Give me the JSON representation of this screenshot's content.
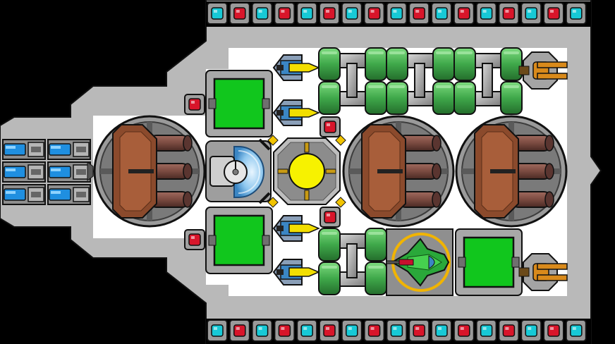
{
  "ship": {
    "name": "",
    "colors": {
      "space": "#000000",
      "hull": "#b9b9b9",
      "hull_dark": "#8a8a8a",
      "floor": "#ffffff",
      "outline": "#111111",
      "cyan_light": "#17c9d6",
      "red_light": "#d8152a",
      "module_green": "#11c61d",
      "pipe_green": "#3fa84a",
      "pipe_green_light": "#6fcf72",
      "reactor_yellow": "#f7f200",
      "missile_yellow": "#f2de00",
      "turret_brown": "#8b4a2c",
      "turret_barrel": "#7a4a40",
      "thruster_blue": "#1f8fe0",
      "gun_orange": "#d98a1b",
      "fighter_green": "#2aa83a"
    },
    "modules": [
      {
        "id": "light-strip-top",
        "icon": "cyan-red-light-strip",
        "count": 17
      },
      {
        "id": "light-strip-bottom",
        "icon": "cyan-red-light-strip",
        "count": 17
      },
      {
        "id": "engine-bank",
        "icon": "blue-thruster-icon",
        "count": 6
      },
      {
        "id": "turret-front",
        "icon": "triple-barrel-turret-icon"
      },
      {
        "id": "turret-mid",
        "icon": "triple-barrel-turret-icon"
      },
      {
        "id": "turret-rear",
        "icon": "triple-barrel-turret-icon"
      },
      {
        "id": "reactor-core",
        "icon": "yellow-reactor-icon"
      },
      {
        "id": "shield-generator",
        "icon": "blue-shield-dome-icon"
      },
      {
        "id": "missile-launchers",
        "icon": "yellow-missile-icon",
        "count": 4
      },
      {
        "id": "fuel-tank-array",
        "icon": "green-tank-icon"
      },
      {
        "id": "storage-bays",
        "icon": "green-container-icon",
        "count": 3
      },
      {
        "id": "hangar-fighter",
        "icon": "green-fighter-icon"
      },
      {
        "id": "side-guns",
        "icon": "orange-cannon-icon",
        "count": 2
      },
      {
        "id": "alarm-lights",
        "icon": "red-warning-light-icon",
        "count": 4
      }
    ]
  }
}
